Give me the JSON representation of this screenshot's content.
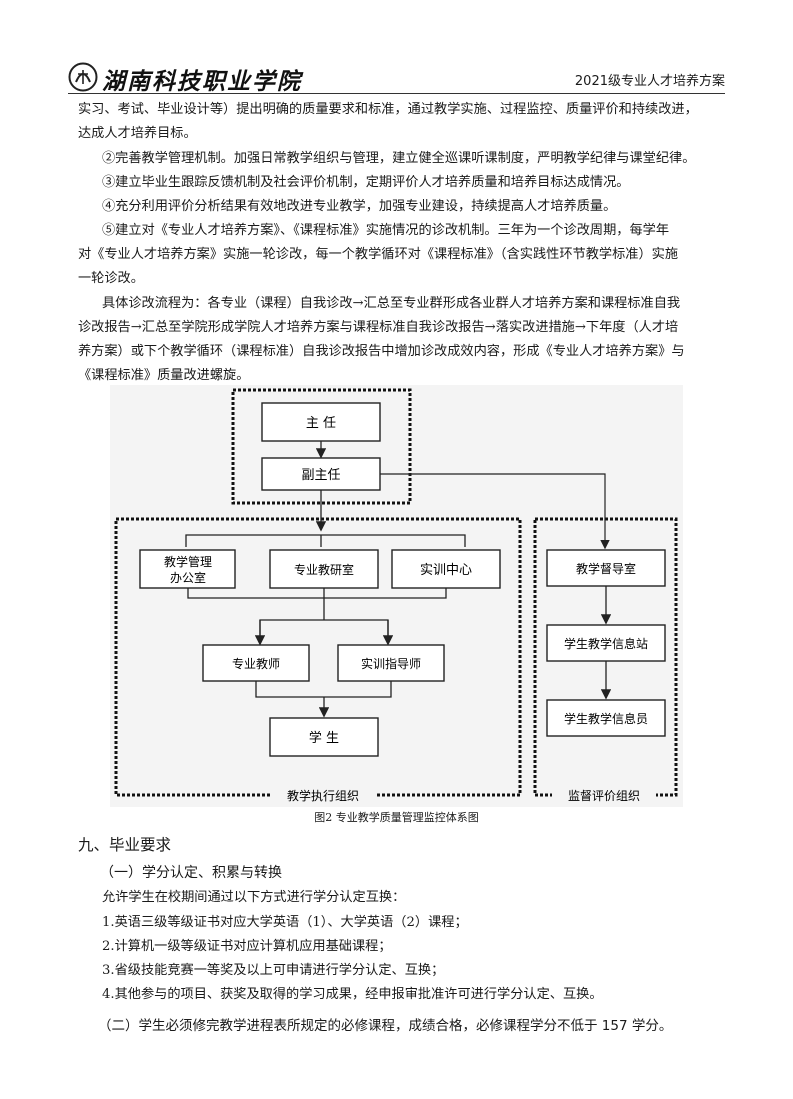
{
  "header": {
    "school_name": "湖南科技职业学院",
    "doc_title": "2021级专业人才培养方案"
  },
  "body_lines": [
    "实习、考试、毕业设计等）提出明确的质量要求和标准，通过教学实施、过程监控、质量评价和持续改进，",
    "达成人才培养目标。",
    "②完善教学管理机制。加强日常教学组织与管理，建立健全巡课听课制度，严明教学纪律与课堂纪律。",
    "③建立毕业生跟踪反馈机制及社会评价机制，定期评价人才培养质量和培养目标达成情况。",
    "④充分利用评价分析结果有效地改进专业教学，加强专业建设，持续提高人才培养质量。",
    "⑤建立对《专业人才培养方案》、《课程标准》实施情况的诊改机制。三年为一个诊改周期，每学年",
    "对《专业人才培养方案》实施一轮诊改，每一个教学循环对《课程标准》（含实践性环节教学标准）实施",
    "一轮诊改。",
    "具体诊改流程为：各专业（课程）自我诊改→汇总至专业群形成各业群人才培养方案和课程标准自我",
    "诊改报告→汇总至学院形成学院人才培养方案与课程标准自我诊改报告→落实改进措施→下年度（人才培",
    "养方案）或下个教学循环（课程标准）自我诊改报告中增加诊改成效内容，形成《专业人才培养方案》与",
    "《课程标准》质量改进螺旋。"
  ],
  "diagram": {
    "director": "主 任",
    "deputy_director": "副主任",
    "teaching_office": [
      "教学管理",
      "办公室"
    ],
    "research_office": "专业教研室",
    "training_center": "实训中心",
    "professional_teachers": "专业教师",
    "training_instructors": "实训指导师",
    "students": "学 生",
    "supervision_office": "教学督导室",
    "student_info_station": "学生教学信息站",
    "student_info_officer": "学生教学信息员",
    "execution_group_label": "教学执行组织",
    "evaluation_group_label": "监督评价组织"
  },
  "caption": "图2   专业教学质量管理监控体系图",
  "section": {
    "title": "九、毕业要求",
    "subtitle": "（一）学分认定、积累与转换",
    "intro": "允许学生在校期间通过以下方式进行学分认定互换：",
    "items": [
      "1.英语三级等级证书对应大学英语（1）、大学英语（2）课程；",
      "2.计算机一级等级证书对应计算机应用基础课程；",
      "3.省级技能竞赛一等奖及以上可申请进行学分认定、互换；",
      "4.其他参与的项目、获奖及取得的学习成果，经申报审批准许可进行学分认定、互换。"
    ],
    "requirement_two": "（二）学生必须修完教学进程表所规定的必修课程，成绩合格，必修课程学分不低于 157 学分。"
  }
}
